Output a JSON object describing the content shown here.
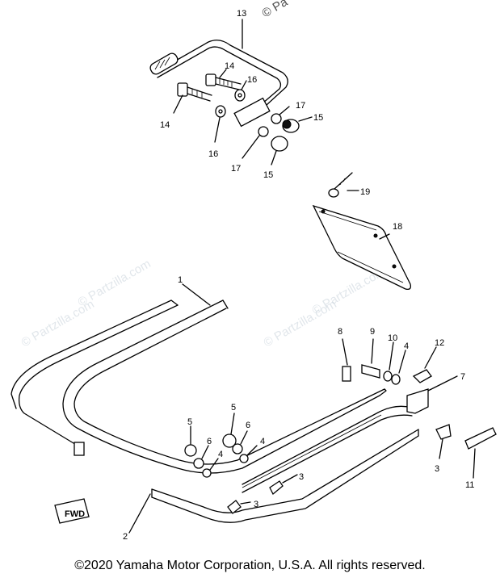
{
  "callouts": {
    "c1": "1",
    "c2": "2",
    "c3a": "3",
    "c3b": "3",
    "c3c": "3",
    "c4a": "4",
    "c4b": "4",
    "c4c": "4",
    "c5a": "5",
    "c5b": "5",
    "c6a": "6",
    "c6b": "6",
    "c7": "7",
    "c8": "8",
    "c9": "9",
    "c10": "10",
    "c11": "11",
    "c12": "12",
    "c13": "13",
    "c14a": "14",
    "c14b": "14",
    "c15a": "15",
    "c15b": "15",
    "c16a": "16",
    "c16b": "16",
    "c17a": "17",
    "c17b": "17",
    "c18": "18",
    "c19": "19"
  },
  "fwd_label": "FWD",
  "watermarks": [
    "© Partzilla.com",
    "© Partzilla.com",
    "© Partzilla.com",
    "© Partzilla.com",
    "© Pa"
  ],
  "copyright": "©2020 Yamaha Motor Corporation, U.S.A. All rights reserved."
}
